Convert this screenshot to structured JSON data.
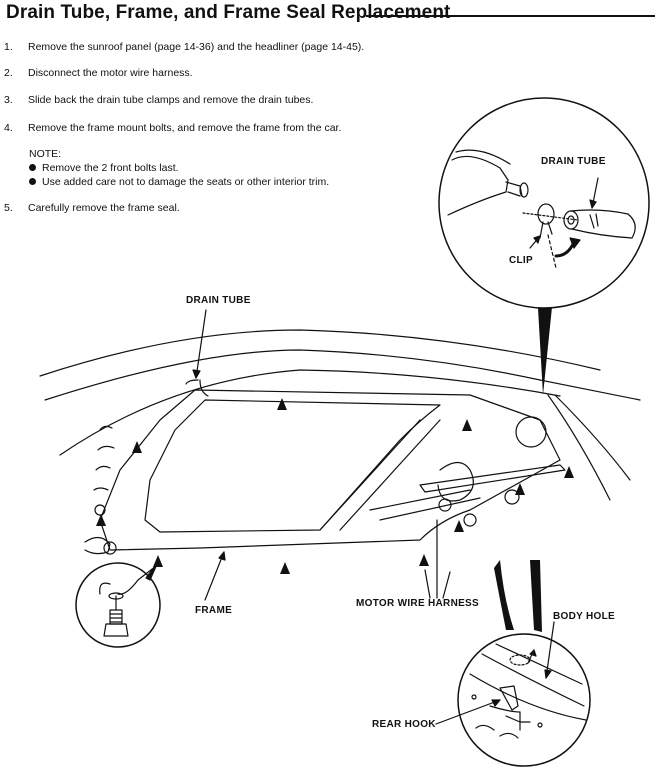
{
  "page": {
    "title": "Drain Tube, Frame, and Frame Seal Replacement"
  },
  "steps": [
    {
      "num": "1.",
      "text": "Remove the sunroof panel (page 14-36) and the headliner (page 14-45)."
    },
    {
      "num": "2.",
      "text": "Disconnect the motor wire harness."
    },
    {
      "num": "3.",
      "text": "Slide back the drain tube clamps and remove the drain tubes."
    },
    {
      "num": "4.",
      "text": "Remove the frame mount bolts, and remove the frame from the car."
    },
    {
      "num": "5.",
      "text": "Carefully remove the frame seal."
    }
  ],
  "note": {
    "heading": "NOTE:",
    "items": [
      "Remove the 2 front bolts last.",
      "Use added care not to damage the seats or other interior trim."
    ]
  },
  "illustration": {
    "labels": {
      "drain_tube_detail": "DRAIN TUBE",
      "clip": "CLIP",
      "drain_tube_main": "DRAIN TUBE",
      "frame": "FRAME",
      "motor_wire_harness": "MOTOR WIRE HARNESS",
      "body_hole": "BODY HOLE",
      "rear_hook": "REAR HOOK"
    }
  }
}
